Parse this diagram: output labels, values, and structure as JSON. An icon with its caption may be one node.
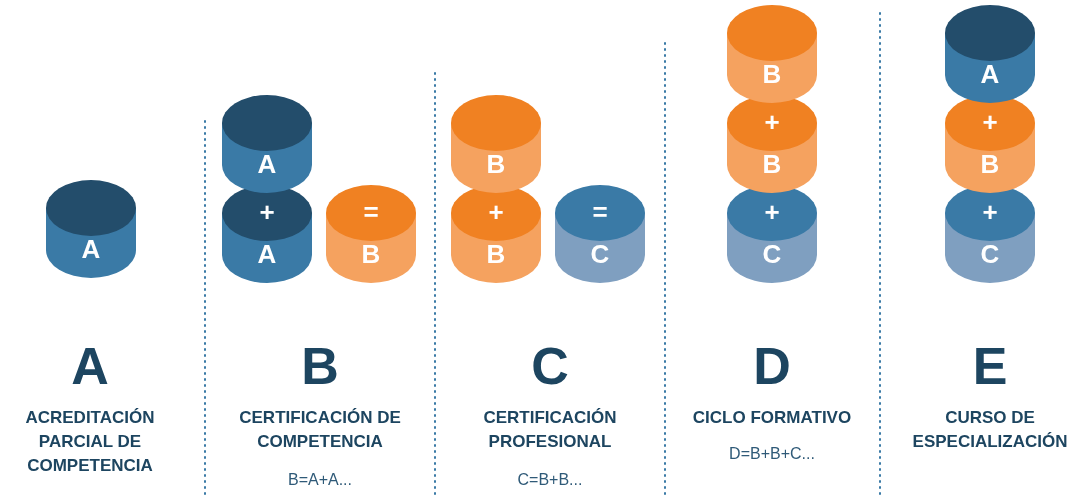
{
  "diagram": {
    "nodes": [
      {
        "text": [
          "A"
        ]
      },
      {
        "text": [
          "A"
        ]
      },
      {
        "text": [
          "+",
          "A"
        ]
      },
      {
        "text": [
          "=",
          "B"
        ]
      },
      {
        "text": [
          "B"
        ]
      },
      {
        "text": [
          "+",
          "B"
        ]
      },
      {
        "text": [
          "=",
          "C"
        ]
      },
      {
        "text": [
          "B"
        ]
      },
      {
        "text": [
          "+",
          "B"
        ]
      },
      {
        "text": [
          "+",
          "C"
        ]
      },
      {
        "text": [
          "A"
        ]
      },
      {
        "text": [
          "+",
          "B"
        ]
      },
      {
        "text": [
          "+",
          "C"
        ]
      }
    ],
    "edges": [],
    "labels": [
      "A",
      "ACREDITACIÓN PARCIAL DE COMPETENCIA",
      "B",
      "CERTIFICACIÓN DE COMPETENCIA",
      "B=A+A...",
      "C",
      "CERTIFICACIÓN PROFESIONAL",
      "C=B+B...",
      "D",
      "CICLO FORMATIVO",
      "D=B+B+C...",
      "E",
      "CURSO DE ESPECIALIZACIÓN"
    ]
  }
}
